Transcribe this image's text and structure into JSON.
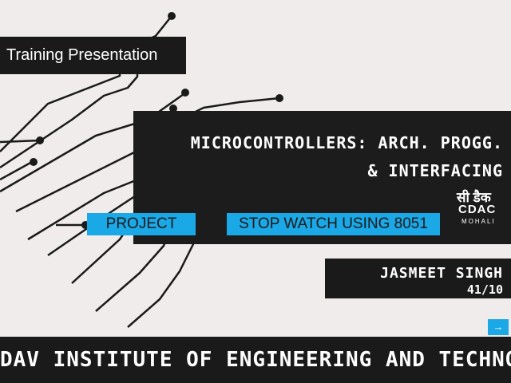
{
  "banner": {
    "label": "Training Presentation"
  },
  "title": {
    "line1": "MICROCONTROLLERS: ARCH. PROGG.",
    "line2": "& INTERFACING"
  },
  "logo": {
    "hindi": "सी डैक",
    "brand": "CDAC",
    "city": "MOHALI"
  },
  "tags": {
    "project_label": "PROJECT",
    "project_title": "STOP WATCH USING 8051"
  },
  "author": {
    "name": "JASMEET SINGH",
    "roll": "41/10"
  },
  "nav": {
    "next_icon": "arrow-right-icon",
    "next_glyph": "→"
  },
  "footer": {
    "institute": "DAV INSTITUTE OF ENGINEERING AND TECHNOLOGY"
  },
  "colors": {
    "accent": "#1aa8e6",
    "panel": "#1a1a1a",
    "background": "#efeceb"
  }
}
